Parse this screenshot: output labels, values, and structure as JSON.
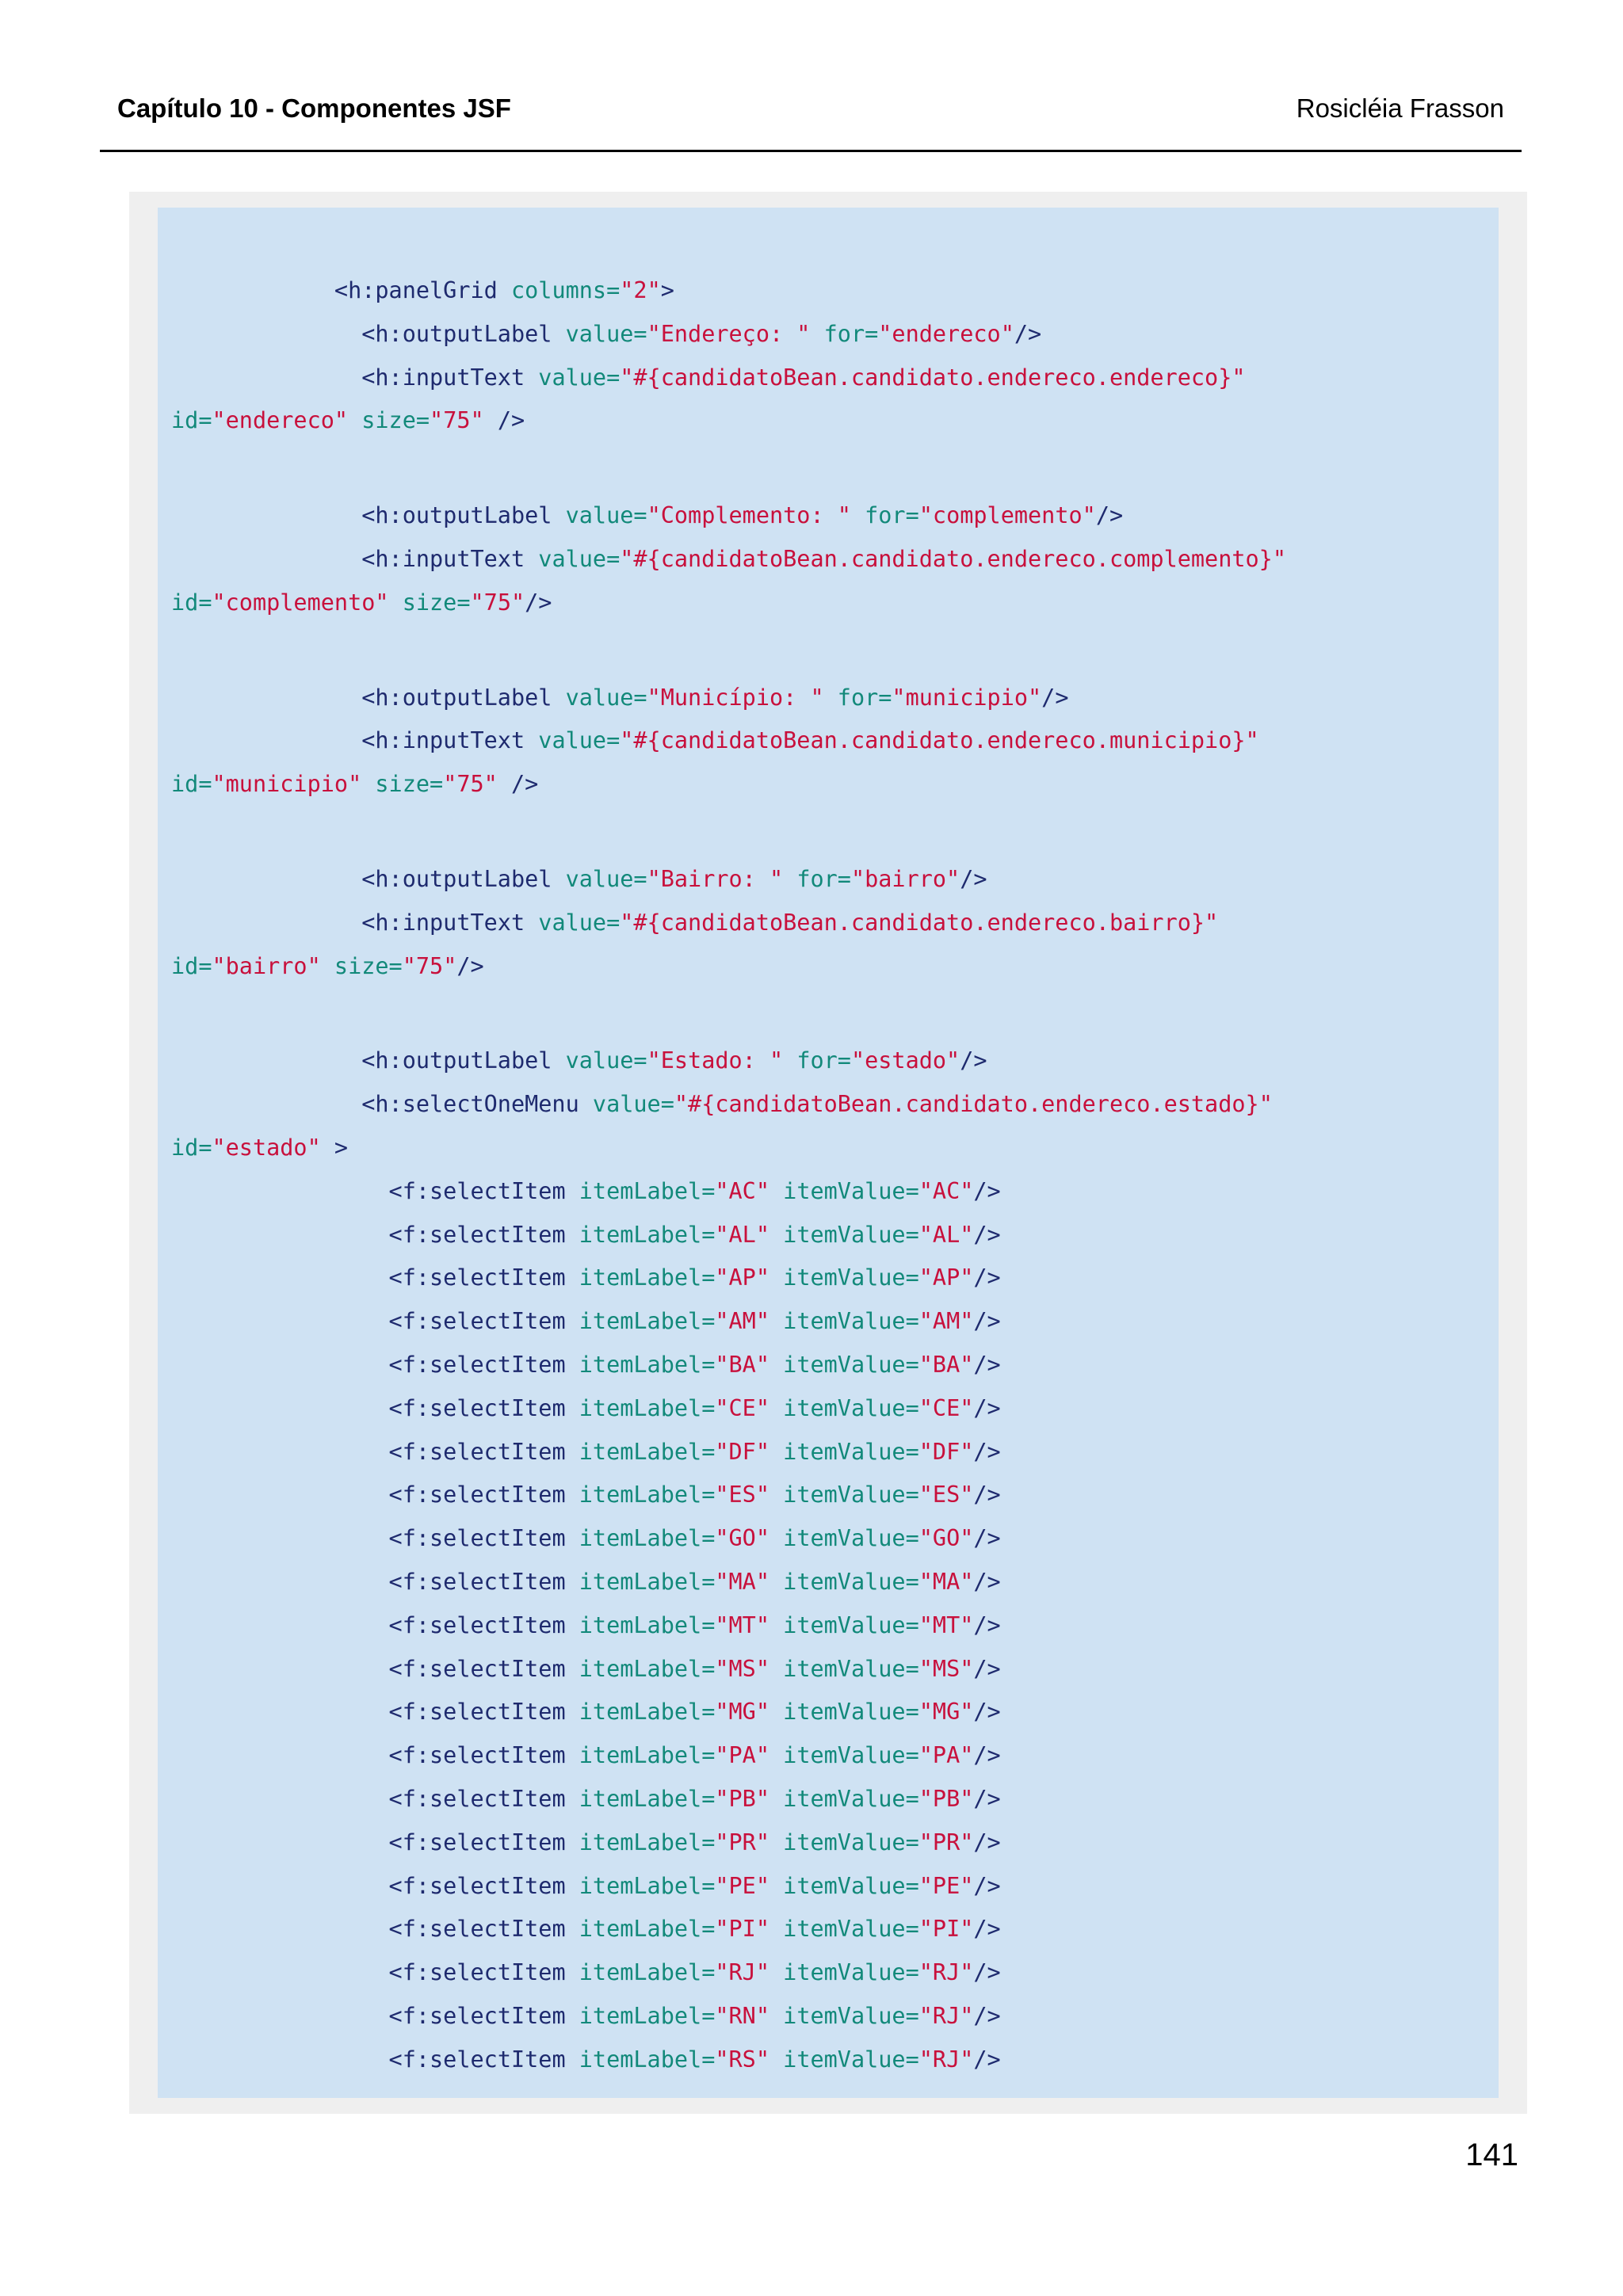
{
  "header": {
    "chapter": "Capítulo 10 - Componentes JSF",
    "author": "Rosicléia Frasson"
  },
  "code": {
    "lines": [
      {
        "indent": 12,
        "segments": [
          {
            "k": "tg",
            "t": "<h:panelGrid "
          },
          {
            "k": "at",
            "t": "columns="
          },
          {
            "k": "vl",
            "t": "\"2\""
          },
          {
            "k": "tg",
            "t": ">"
          }
        ]
      },
      {
        "indent": 14,
        "segments": [
          {
            "k": "tg",
            "t": "<h:outputLabel "
          },
          {
            "k": "at",
            "t": "value="
          },
          {
            "k": "vl",
            "t": "\"Endereço: \" "
          },
          {
            "k": "at",
            "t": "for="
          },
          {
            "k": "vl",
            "t": "\"endereco\""
          },
          {
            "k": "tg",
            "t": "/>"
          }
        ]
      },
      {
        "indent": 14,
        "segments": [
          {
            "k": "tg",
            "t": "<h:inputText "
          },
          {
            "k": "at",
            "t": "value="
          },
          {
            "k": "vl",
            "t": "\"#{candidatoBean.candidato.endereco.endereco}\""
          }
        ]
      },
      {
        "indent": 0,
        "segments": [
          {
            "k": "at",
            "t": "id="
          },
          {
            "k": "vl",
            "t": "\"endereco\" "
          },
          {
            "k": "at",
            "t": "size="
          },
          {
            "k": "vl",
            "t": "\"75\" "
          },
          {
            "k": "tg",
            "t": "/>"
          }
        ]
      },
      {
        "gap": true
      },
      {
        "indent": 14,
        "segments": [
          {
            "k": "tg",
            "t": "<h:outputLabel "
          },
          {
            "k": "at",
            "t": "value="
          },
          {
            "k": "vl",
            "t": "\"Complemento: \" "
          },
          {
            "k": "at",
            "t": "for="
          },
          {
            "k": "vl",
            "t": "\"complemento\""
          },
          {
            "k": "tg",
            "t": "/>"
          }
        ]
      },
      {
        "indent": 14,
        "segments": [
          {
            "k": "tg",
            "t": "<h:inputText "
          },
          {
            "k": "at",
            "t": "value="
          },
          {
            "k": "vl",
            "t": "\"#{candidatoBean.candidato.endereco.complemento}\""
          }
        ]
      },
      {
        "indent": 0,
        "segments": [
          {
            "k": "at",
            "t": "id="
          },
          {
            "k": "vl",
            "t": "\"complemento\" "
          },
          {
            "k": "at",
            "t": "size="
          },
          {
            "k": "vl",
            "t": "\"75\""
          },
          {
            "k": "tg",
            "t": "/>"
          }
        ]
      },
      {
        "gap": true
      },
      {
        "indent": 14,
        "segments": [
          {
            "k": "tg",
            "t": "<h:outputLabel "
          },
          {
            "k": "at",
            "t": "value="
          },
          {
            "k": "vl",
            "t": "\"Município: \" "
          },
          {
            "k": "at",
            "t": "for="
          },
          {
            "k": "vl",
            "t": "\"municipio\""
          },
          {
            "k": "tg",
            "t": "/>"
          }
        ]
      },
      {
        "indent": 14,
        "segments": [
          {
            "k": "tg",
            "t": "<h:inputText "
          },
          {
            "k": "at",
            "t": "value="
          },
          {
            "k": "vl",
            "t": "\"#{candidatoBean.candidato.endereco.municipio}\""
          }
        ]
      },
      {
        "indent": 0,
        "segments": [
          {
            "k": "at",
            "t": "id="
          },
          {
            "k": "vl",
            "t": "\"municipio\" "
          },
          {
            "k": "at",
            "t": "size="
          },
          {
            "k": "vl",
            "t": "\"75\" "
          },
          {
            "k": "tg",
            "t": "/>"
          }
        ]
      },
      {
        "gap": true
      },
      {
        "indent": 14,
        "segments": [
          {
            "k": "tg",
            "t": "<h:outputLabel "
          },
          {
            "k": "at",
            "t": "value="
          },
          {
            "k": "vl",
            "t": "\"Bairro: \" "
          },
          {
            "k": "at",
            "t": "for="
          },
          {
            "k": "vl",
            "t": "\"bairro\""
          },
          {
            "k": "tg",
            "t": "/>"
          }
        ]
      },
      {
        "indent": 14,
        "segments": [
          {
            "k": "tg",
            "t": "<h:inputText "
          },
          {
            "k": "at",
            "t": "value="
          },
          {
            "k": "vl",
            "t": "\"#{candidatoBean.candidato.endereco.bairro}\""
          }
        ]
      },
      {
        "indent": 0,
        "segments": [
          {
            "k": "at",
            "t": "id="
          },
          {
            "k": "vl",
            "t": "\"bairro\" "
          },
          {
            "k": "at",
            "t": "size="
          },
          {
            "k": "vl",
            "t": "\"75\""
          },
          {
            "k": "tg",
            "t": "/>"
          }
        ]
      },
      {
        "gap": true
      },
      {
        "indent": 14,
        "segments": [
          {
            "k": "tg",
            "t": "<h:outputLabel "
          },
          {
            "k": "at",
            "t": "value="
          },
          {
            "k": "vl",
            "t": "\"Estado: \" "
          },
          {
            "k": "at",
            "t": "for="
          },
          {
            "k": "vl",
            "t": "\"estado\""
          },
          {
            "k": "tg",
            "t": "/>"
          }
        ]
      },
      {
        "indent": 14,
        "segments": [
          {
            "k": "tg",
            "t": "<h:selectOneMenu "
          },
          {
            "k": "at",
            "t": "value="
          },
          {
            "k": "vl",
            "t": "\"#{candidatoBean.candidato.endereco.estado}\""
          }
        ]
      },
      {
        "indent": 0,
        "segments": [
          {
            "k": "at",
            "t": "id="
          },
          {
            "k": "vl",
            "t": "\"estado\" "
          },
          {
            "k": "tg",
            "t": ">"
          }
        ]
      },
      {
        "indent": 16,
        "segments": [
          {
            "k": "tg",
            "t": "<f:selectItem "
          },
          {
            "k": "at",
            "t": "itemLabel="
          },
          {
            "k": "vl",
            "t": "\"AC\" "
          },
          {
            "k": "at",
            "t": "itemValue="
          },
          {
            "k": "vl",
            "t": "\"AC\""
          },
          {
            "k": "tg",
            "t": "/>"
          }
        ]
      },
      {
        "indent": 16,
        "segments": [
          {
            "k": "tg",
            "t": "<f:selectItem "
          },
          {
            "k": "at",
            "t": "itemLabel="
          },
          {
            "k": "vl",
            "t": "\"AL\" "
          },
          {
            "k": "at",
            "t": "itemValue="
          },
          {
            "k": "vl",
            "t": "\"AL\""
          },
          {
            "k": "tg",
            "t": "/>"
          }
        ]
      },
      {
        "indent": 16,
        "segments": [
          {
            "k": "tg",
            "t": "<f:selectItem "
          },
          {
            "k": "at",
            "t": "itemLabel="
          },
          {
            "k": "vl",
            "t": "\"AP\" "
          },
          {
            "k": "at",
            "t": "itemValue="
          },
          {
            "k": "vl",
            "t": "\"AP\""
          },
          {
            "k": "tg",
            "t": "/>"
          }
        ]
      },
      {
        "indent": 16,
        "segments": [
          {
            "k": "tg",
            "t": "<f:selectItem "
          },
          {
            "k": "at",
            "t": "itemLabel="
          },
          {
            "k": "vl",
            "t": "\"AM\" "
          },
          {
            "k": "at",
            "t": "itemValue="
          },
          {
            "k": "vl",
            "t": "\"AM\""
          },
          {
            "k": "tg",
            "t": "/>"
          }
        ]
      },
      {
        "indent": 16,
        "segments": [
          {
            "k": "tg",
            "t": "<f:selectItem "
          },
          {
            "k": "at",
            "t": "itemLabel="
          },
          {
            "k": "vl",
            "t": "\"BA\" "
          },
          {
            "k": "at",
            "t": "itemValue="
          },
          {
            "k": "vl",
            "t": "\"BA\""
          },
          {
            "k": "tg",
            "t": "/>"
          }
        ]
      },
      {
        "indent": 16,
        "segments": [
          {
            "k": "tg",
            "t": "<f:selectItem "
          },
          {
            "k": "at",
            "t": "itemLabel="
          },
          {
            "k": "vl",
            "t": "\"CE\" "
          },
          {
            "k": "at",
            "t": "itemValue="
          },
          {
            "k": "vl",
            "t": "\"CE\""
          },
          {
            "k": "tg",
            "t": "/>"
          }
        ]
      },
      {
        "indent": 16,
        "segments": [
          {
            "k": "tg",
            "t": "<f:selectItem "
          },
          {
            "k": "at",
            "t": "itemLabel="
          },
          {
            "k": "vl",
            "t": "\"DF\" "
          },
          {
            "k": "at",
            "t": "itemValue="
          },
          {
            "k": "vl",
            "t": "\"DF\""
          },
          {
            "k": "tg",
            "t": "/>"
          }
        ]
      },
      {
        "indent": 16,
        "segments": [
          {
            "k": "tg",
            "t": "<f:selectItem "
          },
          {
            "k": "at",
            "t": "itemLabel="
          },
          {
            "k": "vl",
            "t": "\"ES\" "
          },
          {
            "k": "at",
            "t": "itemValue="
          },
          {
            "k": "vl",
            "t": "\"ES\""
          },
          {
            "k": "tg",
            "t": "/>"
          }
        ]
      },
      {
        "indent": 16,
        "segments": [
          {
            "k": "tg",
            "t": "<f:selectItem "
          },
          {
            "k": "at",
            "t": "itemLabel="
          },
          {
            "k": "vl",
            "t": "\"GO\" "
          },
          {
            "k": "at",
            "t": "itemValue="
          },
          {
            "k": "vl",
            "t": "\"GO\""
          },
          {
            "k": "tg",
            "t": "/>"
          }
        ]
      },
      {
        "indent": 16,
        "segments": [
          {
            "k": "tg",
            "t": "<f:selectItem "
          },
          {
            "k": "at",
            "t": "itemLabel="
          },
          {
            "k": "vl",
            "t": "\"MA\" "
          },
          {
            "k": "at",
            "t": "itemValue="
          },
          {
            "k": "vl",
            "t": "\"MA\""
          },
          {
            "k": "tg",
            "t": "/>"
          }
        ]
      },
      {
        "indent": 16,
        "segments": [
          {
            "k": "tg",
            "t": "<f:selectItem "
          },
          {
            "k": "at",
            "t": "itemLabel="
          },
          {
            "k": "vl",
            "t": "\"MT\" "
          },
          {
            "k": "at",
            "t": "itemValue="
          },
          {
            "k": "vl",
            "t": "\"MT\""
          },
          {
            "k": "tg",
            "t": "/>"
          }
        ]
      },
      {
        "indent": 16,
        "segments": [
          {
            "k": "tg",
            "t": "<f:selectItem "
          },
          {
            "k": "at",
            "t": "itemLabel="
          },
          {
            "k": "vl",
            "t": "\"MS\" "
          },
          {
            "k": "at",
            "t": "itemValue="
          },
          {
            "k": "vl",
            "t": "\"MS\""
          },
          {
            "k": "tg",
            "t": "/>"
          }
        ]
      },
      {
        "indent": 16,
        "segments": [
          {
            "k": "tg",
            "t": "<f:selectItem "
          },
          {
            "k": "at",
            "t": "itemLabel="
          },
          {
            "k": "vl",
            "t": "\"MG\" "
          },
          {
            "k": "at",
            "t": "itemValue="
          },
          {
            "k": "vl",
            "t": "\"MG\""
          },
          {
            "k": "tg",
            "t": "/>"
          }
        ]
      },
      {
        "indent": 16,
        "segments": [
          {
            "k": "tg",
            "t": "<f:selectItem "
          },
          {
            "k": "at",
            "t": "itemLabel="
          },
          {
            "k": "vl",
            "t": "\"PA\" "
          },
          {
            "k": "at",
            "t": "itemValue="
          },
          {
            "k": "vl",
            "t": "\"PA\""
          },
          {
            "k": "tg",
            "t": "/>"
          }
        ]
      },
      {
        "indent": 16,
        "segments": [
          {
            "k": "tg",
            "t": "<f:selectItem "
          },
          {
            "k": "at",
            "t": "itemLabel="
          },
          {
            "k": "vl",
            "t": "\"PB\" "
          },
          {
            "k": "at",
            "t": "itemValue="
          },
          {
            "k": "vl",
            "t": "\"PB\""
          },
          {
            "k": "tg",
            "t": "/>"
          }
        ]
      },
      {
        "indent": 16,
        "segments": [
          {
            "k": "tg",
            "t": "<f:selectItem "
          },
          {
            "k": "at",
            "t": "itemLabel="
          },
          {
            "k": "vl",
            "t": "\"PR\" "
          },
          {
            "k": "at",
            "t": "itemValue="
          },
          {
            "k": "vl",
            "t": "\"PR\""
          },
          {
            "k": "tg",
            "t": "/>"
          }
        ]
      },
      {
        "indent": 16,
        "segments": [
          {
            "k": "tg",
            "t": "<f:selectItem "
          },
          {
            "k": "at",
            "t": "itemLabel="
          },
          {
            "k": "vl",
            "t": "\"PE\" "
          },
          {
            "k": "at",
            "t": "itemValue="
          },
          {
            "k": "vl",
            "t": "\"PE\""
          },
          {
            "k": "tg",
            "t": "/>"
          }
        ]
      },
      {
        "indent": 16,
        "segments": [
          {
            "k": "tg",
            "t": "<f:selectItem "
          },
          {
            "k": "at",
            "t": "itemLabel="
          },
          {
            "k": "vl",
            "t": "\"PI\" "
          },
          {
            "k": "at",
            "t": "itemValue="
          },
          {
            "k": "vl",
            "t": "\"PI\""
          },
          {
            "k": "tg",
            "t": "/>"
          }
        ]
      },
      {
        "indent": 16,
        "segments": [
          {
            "k": "tg",
            "t": "<f:selectItem "
          },
          {
            "k": "at",
            "t": "itemLabel="
          },
          {
            "k": "vl",
            "t": "\"RJ\" "
          },
          {
            "k": "at",
            "t": "itemValue="
          },
          {
            "k": "vl",
            "t": "\"RJ\""
          },
          {
            "k": "tg",
            "t": "/>"
          }
        ]
      },
      {
        "indent": 16,
        "segments": [
          {
            "k": "tg",
            "t": "<f:selectItem "
          },
          {
            "k": "at",
            "t": "itemLabel="
          },
          {
            "k": "vl",
            "t": "\"RN\" "
          },
          {
            "k": "at",
            "t": "itemValue="
          },
          {
            "k": "vl",
            "t": "\"RJ\""
          },
          {
            "k": "tg",
            "t": "/>"
          }
        ]
      },
      {
        "indent": 16,
        "segments": [
          {
            "k": "tg",
            "t": "<f:selectItem "
          },
          {
            "k": "at",
            "t": "itemLabel="
          },
          {
            "k": "vl",
            "t": "\"RS\" "
          },
          {
            "k": "at",
            "t": "itemValue="
          },
          {
            "k": "vl",
            "t": "\"RJ\""
          },
          {
            "k": "tg",
            "t": "/>"
          }
        ]
      }
    ]
  },
  "footer": {
    "page_number": "141"
  },
  "colors": {
    "code_background": "#cfe2f3",
    "frame_background": "#efefef",
    "tag": "#1e2a6e",
    "attribute": "#12897a",
    "value": "#c8103c"
  }
}
